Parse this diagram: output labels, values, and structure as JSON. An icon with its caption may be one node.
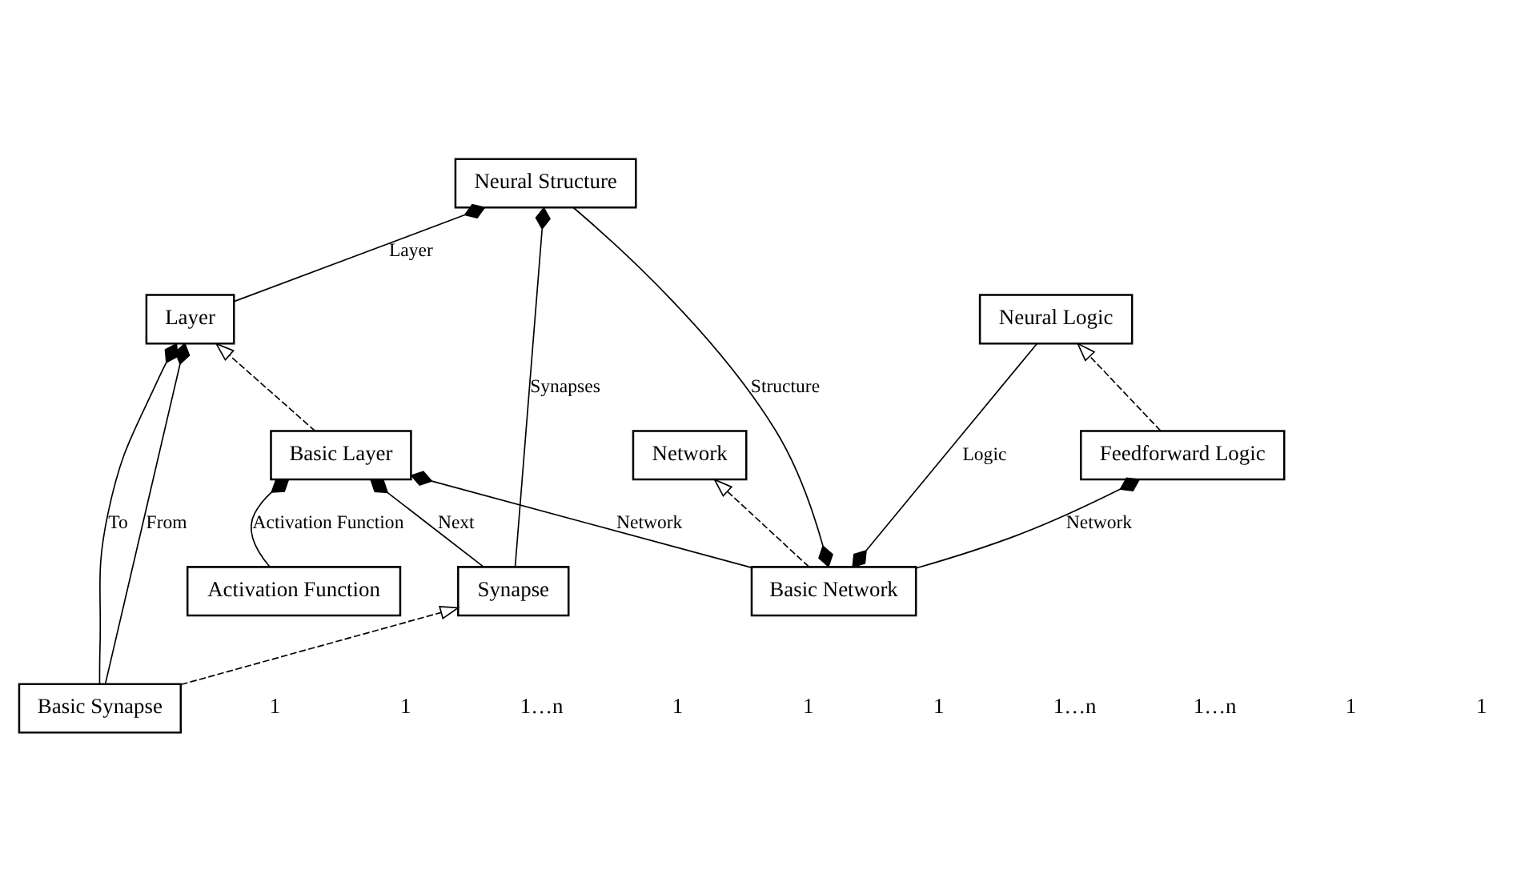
{
  "diagram": {
    "nodes": [
      {
        "text": [
          "Network"
        ]
      },
      {
        "text": [
          "Layer"
        ]
      },
      {
        "text": [
          "Basic Synapse"
        ]
      },
      {
        "text": [
          "Basic Network"
        ]
      },
      {
        "text": [
          "Basic Layer"
        ]
      },
      {
        "text": [
          "Synapse"
        ]
      },
      {
        "text": [
          "Feedforward Logic"
        ]
      },
      {
        "text": [
          "Neural Logic"
        ]
      },
      {
        "text": [
          "Activation Function"
        ]
      },
      {
        "text": [
          "Neural Structure"
        ]
      }
    ],
    "edges": [
      {
        "from": 2,
        "to": 1,
        "arrow": "other",
        "label": "From"
      },
      {
        "from": 2,
        "to": 1,
        "arrow": "other",
        "label": "To"
      },
      {
        "from": 3,
        "to": 0,
        "arrow": "to",
        "style": "dashed"
      },
      {
        "from": 4,
        "to": 1,
        "arrow": "to",
        "style": "dashed"
      },
      {
        "from": 2,
        "to": 5,
        "arrow": "to",
        "style": "dashed"
      },
      {
        "from": 3,
        "to": 4,
        "arrow": "other",
        "label": "Network"
      },
      {
        "from": 5,
        "to": 4,
        "arrow": "other",
        "label": "Next"
      },
      {
        "from": 3,
        "to": 6,
        "arrow": "other",
        "label": "Network"
      },
      {
        "from": 7,
        "to": 3,
        "arrow": "other",
        "label": "Logic"
      },
      {
        "from": 9,
        "to": 3,
        "arrow": "other",
        "label": "Structure"
      },
      {
        "from": 1,
        "to": 9,
        "arrow": "other",
        "label": "Layer"
      },
      {
        "from": 8,
        "to": 4,
        "arrow": "other",
        "label": "Activation Function"
      },
      {
        "from": 5,
        "to": 9,
        "arrow": "other",
        "label": "Synapses"
      },
      {
        "from": 6,
        "to": 7,
        "arrow": "to",
        "style": "dashed"
      }
    ],
    "labels": [
      "1",
      "1",
      "1…n",
      "1",
      "1",
      "1",
      "1…n",
      "1…n",
      "1",
      "1"
    ]
  }
}
